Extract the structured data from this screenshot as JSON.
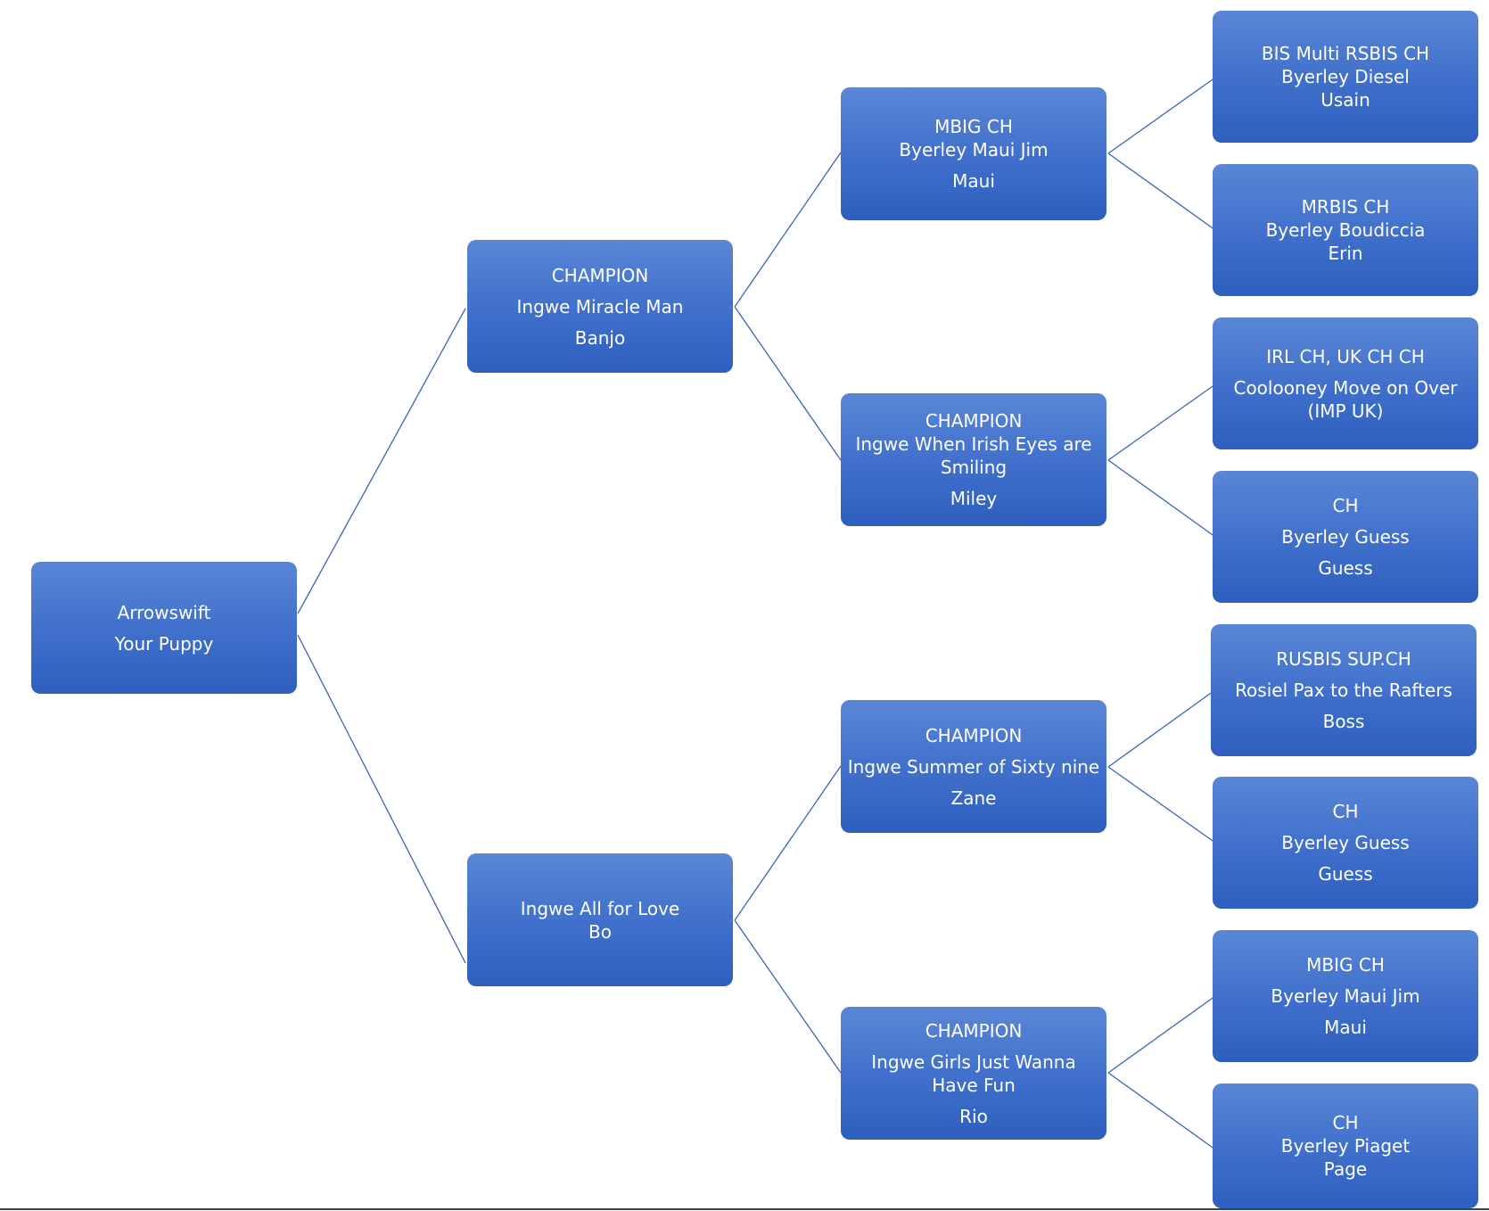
{
  "nodes": {
    "puppy": {
      "lines": [
        "Arrowswift",
        "Your Puppy"
      ]
    },
    "sire": {
      "lines": [
        "CHAMPION",
        "Ingwe Miracle Man",
        "Banjo"
      ]
    },
    "dam": {
      "lines": [
        "Ingwe All for Love",
        "Bo"
      ]
    },
    "sire_sire": {
      "lines": [
        "MBIG CH",
        "Byerley Maui Jim",
        "Maui"
      ]
    },
    "sire_dam": {
      "lines": [
        "CHAMPION",
        "Ingwe When Irish Eyes are Smiling",
        "Miley"
      ]
    },
    "dam_sire": {
      "lines": [
        "CHAMPION",
        "Ingwe Summer of Sixty nine",
        "Zane"
      ]
    },
    "dam_dam": {
      "lines": [
        "CHAMPION",
        "Ingwe Girls Just Wanna Have Fun",
        "Rio"
      ]
    },
    "ss_sire": {
      "lines": [
        "BIS Multi RSBIS CH",
        "Byerley Diesel",
        "Usain"
      ]
    },
    "ss_dam": {
      "lines": [
        "MRBIS CH",
        "Byerley Boudiccia",
        "Erin"
      ]
    },
    "sd_sire": {
      "lines": [
        "IRL CH, UK CH CH",
        "Coolooney Move on Over (IMP UK)"
      ]
    },
    "sd_dam": {
      "lines": [
        "CH",
        "Byerley Guess",
        "Guess"
      ]
    },
    "ds_sire": {
      "lines": [
        "RUSBIS SUP.CH",
        "Rosiel Pax to the Rafters",
        "Boss"
      ]
    },
    "ds_dam": {
      "lines": [
        "CH",
        "Byerley Guess",
        "Guess"
      ]
    },
    "dd_sire": {
      "lines": [
        "MBIG CH",
        "Byerley Maui Jim",
        "Maui"
      ]
    },
    "dd_dam": {
      "lines": [
        "CH",
        "Byerley Piaget",
        "Page"
      ]
    }
  }
}
